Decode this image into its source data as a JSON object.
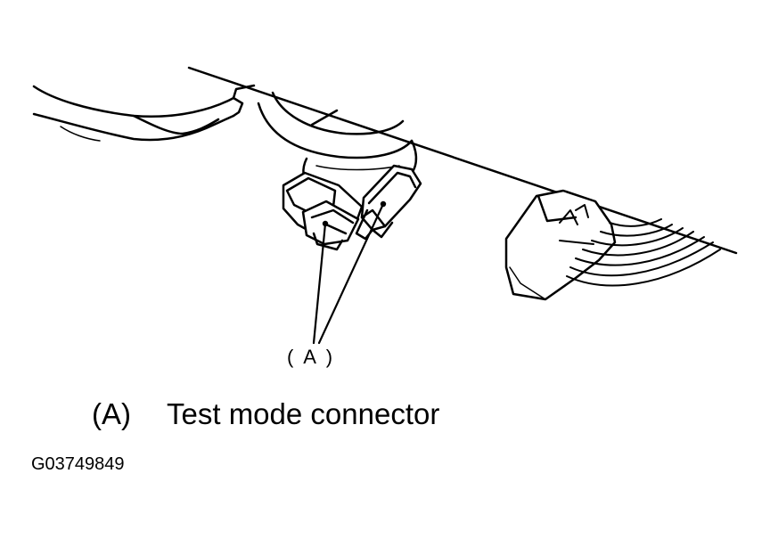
{
  "callout": {
    "label": "( A )"
  },
  "legend": {
    "key": "(A)",
    "description": "Test mode connector"
  },
  "figure_id": "G03749849",
  "colors": {
    "ink": "#000000",
    "paper": "#ffffff"
  }
}
